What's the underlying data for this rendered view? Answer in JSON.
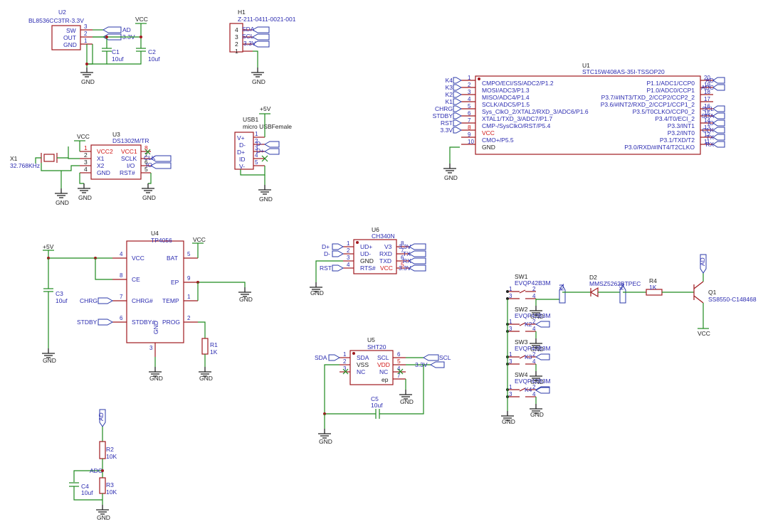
{
  "u2": {
    "ref": "U2",
    "value": "BL8536CC3TR-3.3V",
    "pins": [
      "SW",
      "OUT",
      "GND"
    ],
    "pin_nums": [
      "3",
      "2",
      "1"
    ],
    "out_labels": [
      "AD",
      "3.3V"
    ],
    "vcc": "VCC"
  },
  "c1": {
    "ref": "C1",
    "value": "10uf"
  },
  "c2": {
    "ref": "C2",
    "value": "10uf"
  },
  "h1": {
    "ref": "H1",
    "value": "Z-211-0411-0021-001",
    "pin_nums": [
      "4",
      "3",
      "2",
      "1"
    ],
    "labels": [
      "SDA",
      "SCL",
      "3.3V"
    ]
  },
  "usb1": {
    "ref": "USB1",
    "value": "micro USBFemale",
    "pins": [
      "V+",
      "D-",
      "D+",
      "ID",
      "V-"
    ],
    "pin_nums": [
      "1",
      "2",
      "3",
      "4",
      "5"
    ],
    "labels": [
      "D-",
      "D+"
    ],
    "supply": "+5V"
  },
  "u3": {
    "ref": "U3",
    "value": "DS1302M/TR",
    "left_pins": [
      "VCC2",
      "X1",
      "X2",
      "GND"
    ],
    "left_nums": [
      "1",
      "2",
      "3",
      "4"
    ],
    "right_pins": [
      "VCC1",
      "SCLK",
      "I/O",
      "RST#"
    ],
    "right_nums": [
      "8",
      "7",
      "6",
      "5"
    ],
    "labels": [
      "CLK",
      "IO"
    ],
    "vcc": "VCC"
  },
  "x1": {
    "ref": "X1",
    "value": "32.768KHz"
  },
  "u1": {
    "ref": "U1",
    "value": "STC15W408AS-35I-TSSOP20",
    "left_pins": [
      "CMPO/ECI/SS/ADC2/P1.2",
      "MOSI/ADC3/P1.3",
      "MISO/ADC4/P1.4",
      "SCLK/ADC5/P1.5",
      "Sys_ClkO_2/XTAL2/RXD_3/ADC6/P1.6",
      "XTAL1/TXD_3/ADC7/P1.7",
      "CMP-/SysClkO/RST/P5.4",
      "VCC",
      "CMO+/P5.5",
      "GND"
    ],
    "left_nums": [
      "1",
      "2",
      "3",
      "4",
      "5",
      "6",
      "7",
      "8",
      "9",
      "10"
    ],
    "left_labels": [
      "K4",
      "K3",
      "K2",
      "K1",
      "CHRG",
      "STDBY",
      "RST",
      "3.3V"
    ],
    "right_pins": [
      "P1.1/ADC1/CCP0",
      "P1.0/ADC0/CCP1",
      "P3.7/#INT3/TXD_2/CCP2/CCP2_2",
      "P3.6/#INT2/RXD_2/CCP1/CCP1_2",
      "P3.5/T0CLKO/CCP0_2",
      "P3.4/T0/ECI_2",
      "P3.3/INT1",
      "P3.2/INT0",
      "P3.1/TXD/T2",
      "P3.0/RXD/#INT4/T2CLKO"
    ],
    "right_nums": [
      "20",
      "19",
      "18",
      "17",
      "16",
      "15",
      "14",
      "13",
      "12",
      "11"
    ],
    "right_labels": [
      "AD",
      "ADC",
      "SCL",
      "SDA",
      "IO",
      "CLK",
      "TX",
      "RX"
    ]
  },
  "u4": {
    "ref": "U4",
    "value": "TP4056",
    "left_pins": [
      "VCC",
      "CE",
      "CHRG#",
      "STDBY#"
    ],
    "left_nums": [
      "4",
      "8",
      "7",
      "6"
    ],
    "right_pins": [
      "BAT",
      "EP",
      "TEMP",
      "PROG"
    ],
    "right_nums": [
      "5",
      "9",
      "1",
      "2"
    ],
    "bottom_pin": "GND",
    "bottom_num": "3",
    "labels": [
      "CHRG",
      "STDBY"
    ],
    "supply": "+5V",
    "vcc": "VCC"
  },
  "c3": {
    "ref": "C3",
    "value": "10uf"
  },
  "r1": {
    "ref": "R1",
    "value": "1K"
  },
  "u6": {
    "ref": "U6",
    "value": "CH340N",
    "left_pins": [
      "UD+",
      "UD-",
      "GND",
      "RTS#"
    ],
    "left_nums": [
      "1",
      "2",
      "3",
      "4"
    ],
    "right_pins": [
      "V3",
      "RXD",
      "TXD",
      "VCC"
    ],
    "right_nums": [
      "8",
      "7",
      "6",
      "5"
    ],
    "left_labels": [
      "D+",
      "D-",
      "RST"
    ],
    "right_labels": [
      "3.3V",
      "TX",
      "RX",
      "3.3V"
    ]
  },
  "u5": {
    "ref": "U5",
    "value": "SHT20",
    "left_pins": [
      "SDA",
      "VSS",
      "NC"
    ],
    "left_nums": [
      "1",
      "2",
      "3"
    ],
    "right_pins": [
      "SCL",
      "VDD",
      "NC",
      "ep"
    ],
    "right_nums": [
      "6",
      "5",
      "4",
      "7"
    ],
    "labels": [
      "SDA",
      "SCL",
      "3.3V"
    ]
  },
  "c5": {
    "ref": "C5",
    "value": "10uf"
  },
  "switches": [
    {
      "ref": "SW1",
      "value": "EVQP42B3M",
      "label": "K1"
    },
    {
      "ref": "SW2",
      "value": "EVQP42B3M",
      "label": "K2"
    },
    {
      "ref": "SW3",
      "value": "EVQP42B3M",
      "label": "K3"
    },
    {
      "ref": "SW4",
      "value": "EVQP42B3M",
      "label": "K4"
    }
  ],
  "sw_pin_nums": [
    "1",
    "2",
    "3",
    "4"
  ],
  "d2": {
    "ref": "D2",
    "value": "MMSZ5262BTPEC",
    "label_left": "K1",
    "label_right": "K1"
  },
  "r4": {
    "ref": "R4",
    "value": "1K"
  },
  "q1": {
    "ref": "Q1",
    "value": "SS8550-C148468",
    "label": "AD",
    "vcc": "VCC"
  },
  "divider": {
    "label_top": "AD",
    "mid_label": "ADC",
    "r2": {
      "ref": "R2",
      "value": "10K"
    },
    "r3": {
      "ref": "R3",
      "value": "10K"
    },
    "c4": {
      "ref": "C4",
      "value": "10uf"
    }
  },
  "gnd_label": "GND",
  "colors": {
    "wire": "#1f8a1f",
    "component": "#a0191e",
    "label": "#2b3aa8"
  }
}
